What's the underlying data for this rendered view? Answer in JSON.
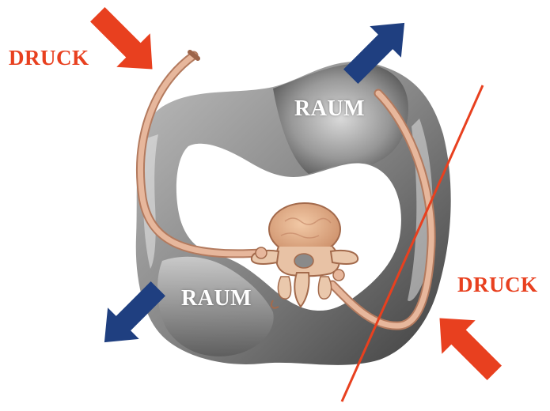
{
  "labels": {
    "pressure_top_left": "DRUCK",
    "pressure_bottom_right": "DRUCK",
    "space_top": "RAUM",
    "space_bottom": "RAUM"
  },
  "colors": {
    "pressure_arrow": "#e8401f",
    "space_arrow": "#1f3f80",
    "cut_line": "#e8401f",
    "torso_dark": "#5a5a5a",
    "torso_light": "#d9d9d9",
    "rib": "#d9a58a",
    "vertebra": "#e2b48f"
  },
  "icons": {
    "pressure_arrow": "arrow-icon",
    "space_arrow": "arrow-icon"
  }
}
